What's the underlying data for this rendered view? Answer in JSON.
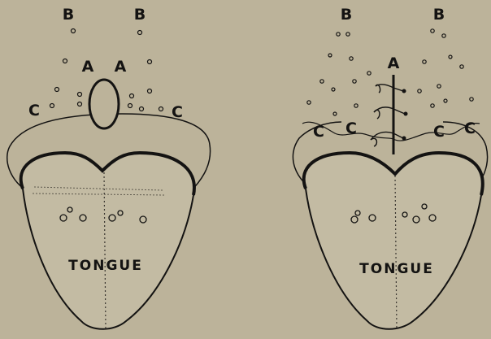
{
  "colors": {
    "background": "#bcb39a",
    "ink": "#141312",
    "tongue_fill": "#c3bba3"
  },
  "figures": [
    {
      "id": "left",
      "labels": {
        "b1": "B",
        "b2": "B",
        "a1": "A",
        "a2": "A",
        "c1": "C",
        "c2": "C",
        "tongue": "TONGUE"
      }
    },
    {
      "id": "right",
      "labels": {
        "b1": "B",
        "b2": "B",
        "a": "A",
        "c1": "C",
        "c2": "C",
        "c3": "C",
        "c4": "C",
        "tongue": "TONGUE"
      }
    }
  ]
}
